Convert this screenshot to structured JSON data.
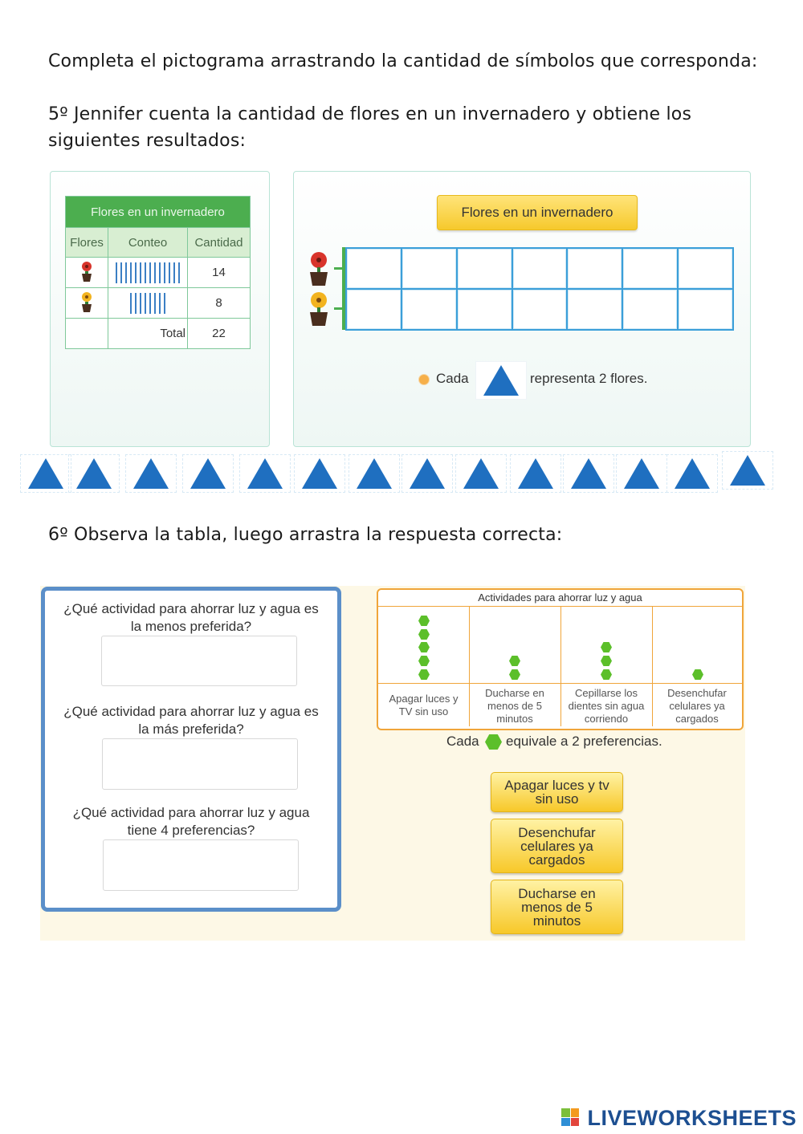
{
  "instructions": "Completa el pictograma arrastrando la cantidad de símbolos que corresponda:",
  "exercise5": {
    "prompt_line1": "5º Jennifer cuenta la cantidad de flores en un invernadero y obtiene los",
    "prompt_line2": "siguientes resultados:",
    "tally_table": {
      "caption": "Flores en un invernadero",
      "headers": [
        "Flores",
        "Conteo",
        "Cantidad"
      ],
      "rows": [
        {
          "flower_icon": "red-flower-icon",
          "tally_marks": 14,
          "quantity": "14"
        },
        {
          "flower_icon": "yellow-flower-icon",
          "tally_marks": 8,
          "quantity": "8"
        }
      ],
      "total_label": "Total",
      "total_value": "22"
    },
    "pictogram": {
      "title": "Flores en un invernadero",
      "legend_pre": "Cada",
      "legend_post": "representa 2 flores.",
      "symbol_icon": "triangle-icon",
      "symbol_color": "#1f6fc0"
    },
    "draggable_triangles": 14
  },
  "exercise6": {
    "prompt": "6º Observa la tabla, luego arrastra la respuesta correcta:",
    "questions": [
      {
        "line1": "¿Qué actividad para ahorrar luz y agua es",
        "line2": "la menos preferida?"
      },
      {
        "line1": "¿Qué actividad para ahorrar luz y agua es",
        "line2": "la más preferida?"
      },
      {
        "line1": "¿Qué actividad para ahorrar luz y agua",
        "line2": "tiene 4 preferencias?"
      }
    ],
    "pictogram": {
      "title": "Actividades para ahorrar luz y agua",
      "columns": [
        {
          "line1": "Apagar luces y",
          "line2": "TV sin uso",
          "line3": "",
          "symbols": 5
        },
        {
          "line1": "Ducharse en",
          "line2": "menos de 5",
          "line3": "minutos",
          "symbols": 2
        },
        {
          "line1": "Cepillarse los",
          "line2": "dientes sin agua",
          "line3": "corriendo",
          "symbols": 3
        },
        {
          "line1": "Desenchufar",
          "line2": "celulares ya",
          "line3": "cargados",
          "symbols": 1
        }
      ],
      "legend_pre": "Cada",
      "legend_post": "equivale a 2 preferencias.",
      "symbol_icon": "hexagon-icon",
      "symbol_color": "#5cbf2a"
    },
    "options": [
      {
        "line1": "Apagar luces y tv",
        "line2": "sin uso",
        "line3": ""
      },
      {
        "line1": "Desenchufar",
        "line2": "celulares ya",
        "line3": "cargados"
      },
      {
        "line1": "Ducharse en",
        "line2": "menos de 5",
        "line3": "minutos"
      }
    ]
  },
  "footer": {
    "logo_text": "LIVEWORKSHEETS"
  }
}
